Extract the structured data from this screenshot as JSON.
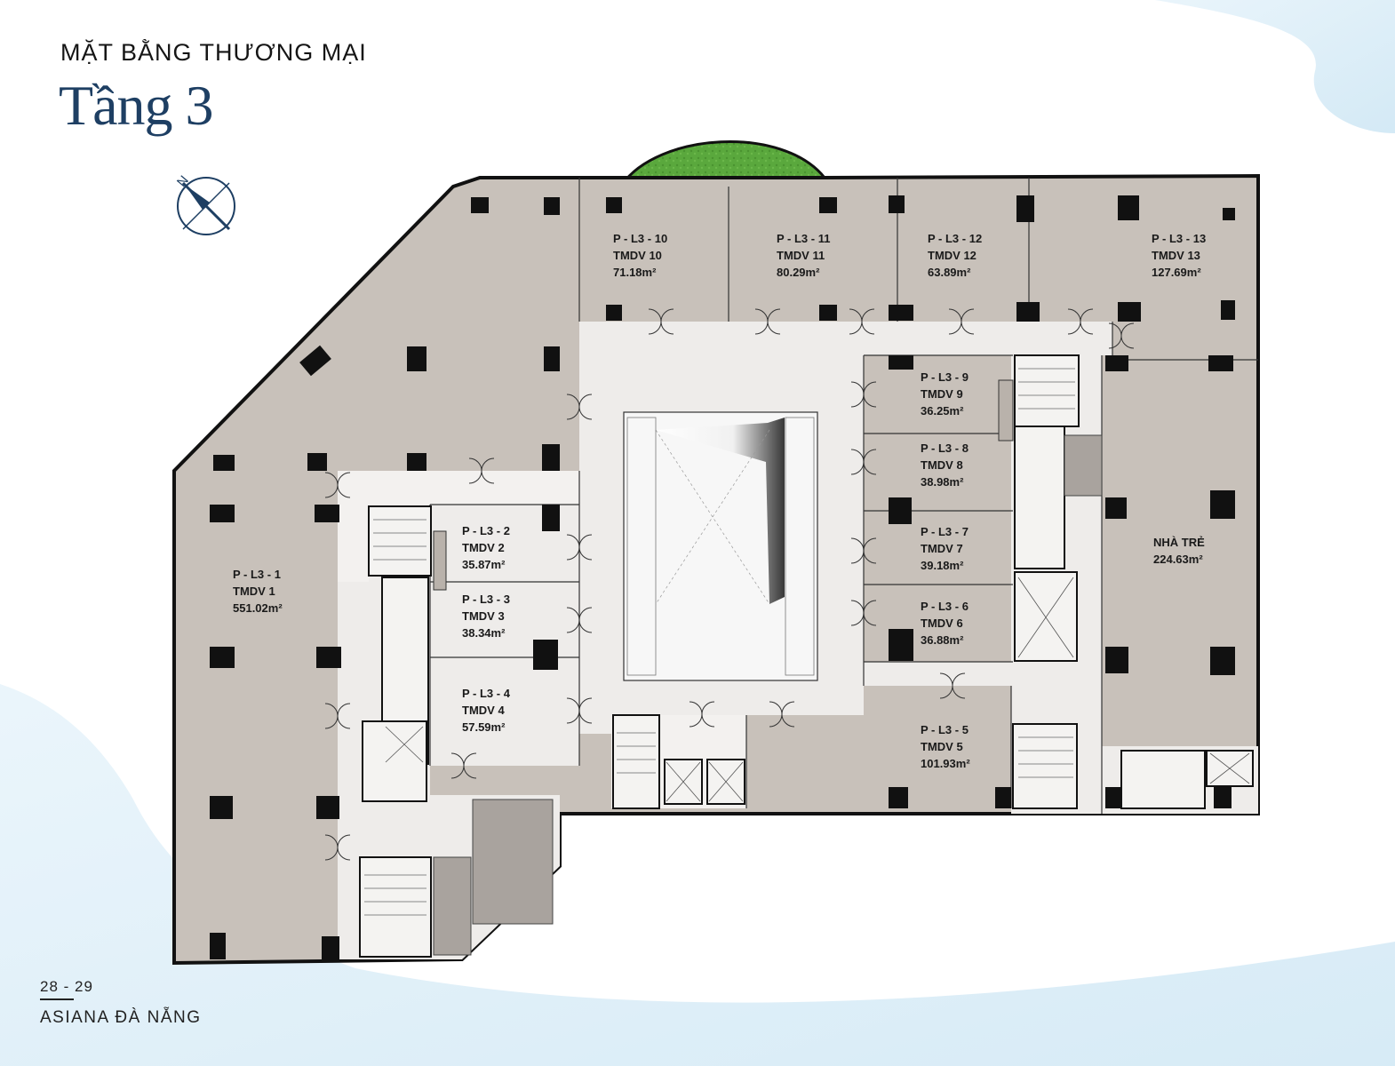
{
  "header": {
    "subtitle": "MẶT BẰNG THƯƠNG MẠI",
    "title": "Tầng 3"
  },
  "footer": {
    "page": "28 - 29",
    "project": "ASIANA ĐÀ NẴNG"
  },
  "compass": {
    "north_label": "N",
    "icon": "compass-icon"
  },
  "colors": {
    "unit_fill": "#c8c1ba",
    "corridor_fill": "#eeecea",
    "wall": "#111111",
    "title": "#1e3f63",
    "garden": "#58a63c",
    "water_wash": "#d6ebf6"
  },
  "units": [
    {
      "code": "P - L3 - 1",
      "name": "TMDV 1",
      "area": "551.02m²"
    },
    {
      "code": "P - L3 - 2",
      "name": "TMDV 2",
      "area": "35.87m²"
    },
    {
      "code": "P - L3 - 3",
      "name": "TMDV 3",
      "area": "38.34m²"
    },
    {
      "code": "P - L3 - 4",
      "name": "TMDV 4",
      "area": "57.59m²"
    },
    {
      "code": "P - L3 - 5",
      "name": "TMDV 5",
      "area": "101.93m²"
    },
    {
      "code": "P - L3 - 6",
      "name": "TMDV 6",
      "area": "36.88m²"
    },
    {
      "code": "P - L3 - 7",
      "name": "TMDV 7",
      "area": "39.18m²"
    },
    {
      "code": "P - L3 - 8",
      "name": "TMDV 8",
      "area": "38.98m²"
    },
    {
      "code": "P - L3 - 9",
      "name": "TMDV 9",
      "area": "36.25m²"
    },
    {
      "code": "P - L3 - 10",
      "name": "TMDV 10",
      "area": "71.18m²"
    },
    {
      "code": "P - L3 - 11",
      "name": "TMDV 11",
      "area": "80.29m²"
    },
    {
      "code": "P - L3 - 12",
      "name": "TMDV 12",
      "area": "63.89m²"
    },
    {
      "code": "P - L3 - 13",
      "name": "TMDV 13",
      "area": "127.69m²"
    },
    {
      "code": "",
      "name": "NHÀ TRẺ",
      "area": "224.63m²"
    }
  ]
}
